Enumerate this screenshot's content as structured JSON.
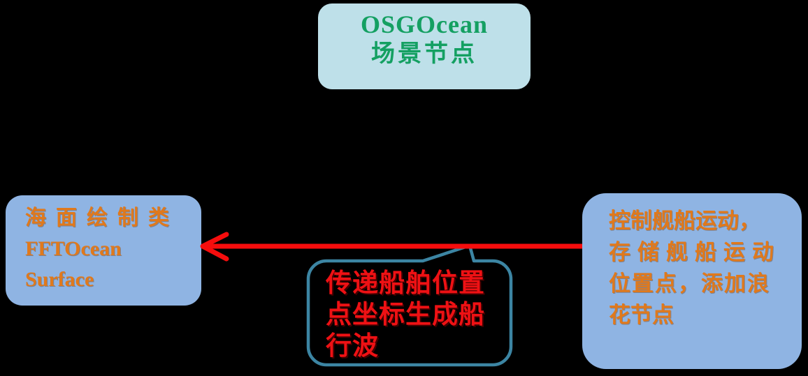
{
  "colors": {
    "bg": "#000000",
    "top_box_fill": "#bee0e9",
    "top_box_text": "#14a062",
    "side_box_fill": "#8fb4e3",
    "side_box_text": "#e0791c",
    "arrow_red": "#f60d0d",
    "callout_border": "#3c85a3",
    "callout_text": "#ee1114",
    "callout_fill": "#000000"
  },
  "top_box": {
    "line1": "OSGOcean",
    "line2": "场景节点"
  },
  "left_box": {
    "line1": "海面绘制类",
    "line2": "FFTOcean",
    "line3": "Surface"
  },
  "right_box": {
    "lines": [
      "控制舰船运动，",
      "存储舰船运动",
      "位置点，添加浪",
      "花节点"
    ]
  },
  "callout": {
    "lines": [
      "传递船舶位置",
      "点坐标生成船",
      "行波"
    ]
  },
  "arrow": {
    "direction": "right-to-left",
    "from": "ship-control-node",
    "to": "ocean-surface-class-node"
  }
}
